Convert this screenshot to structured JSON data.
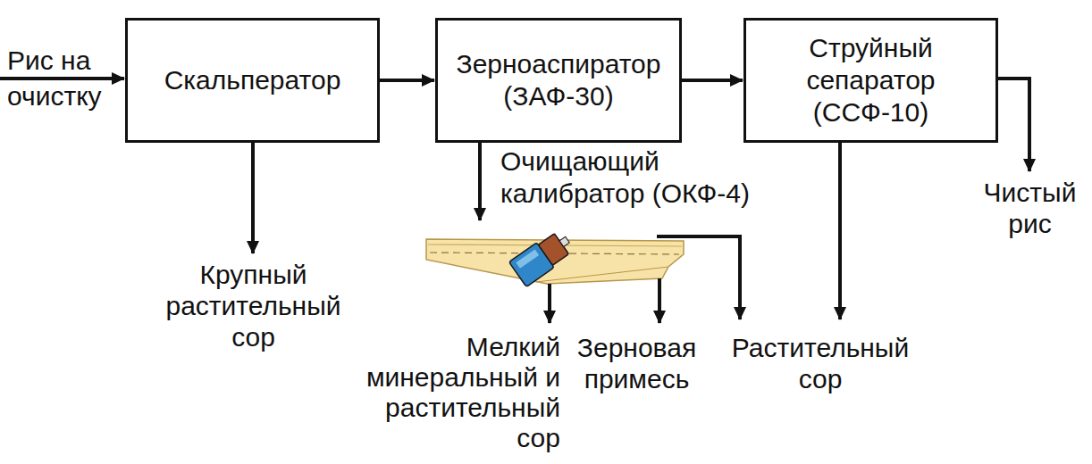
{
  "diagram": {
    "nodes": [
      {
        "text": [
          "Скальператор"
        ]
      },
      {
        "text": [
          "Зерноаспиратор (ЗАФ-30)"
        ]
      },
      {
        "text": [
          "Струйный сепаратор (ССФ-10)"
        ]
      },
      {
        "text": [
          "Очищающий калибратор (ОКФ-4)"
        ]
      }
    ],
    "edges": [
      {
        "from": 0,
        "to": 1,
        "arrow": "to"
      },
      {
        "from": 1,
        "to": 2,
        "arrow": "to"
      },
      {
        "from": 1,
        "to": 3,
        "arrow": "to"
      }
    ],
    "labels": [
      "Рис на очистку",
      "Крупный растительный сор",
      "Мелкий минеральный и растительный сор",
      "Зерновая примесь",
      "Растительный сор",
      "Чистый рис"
    ]
  }
}
